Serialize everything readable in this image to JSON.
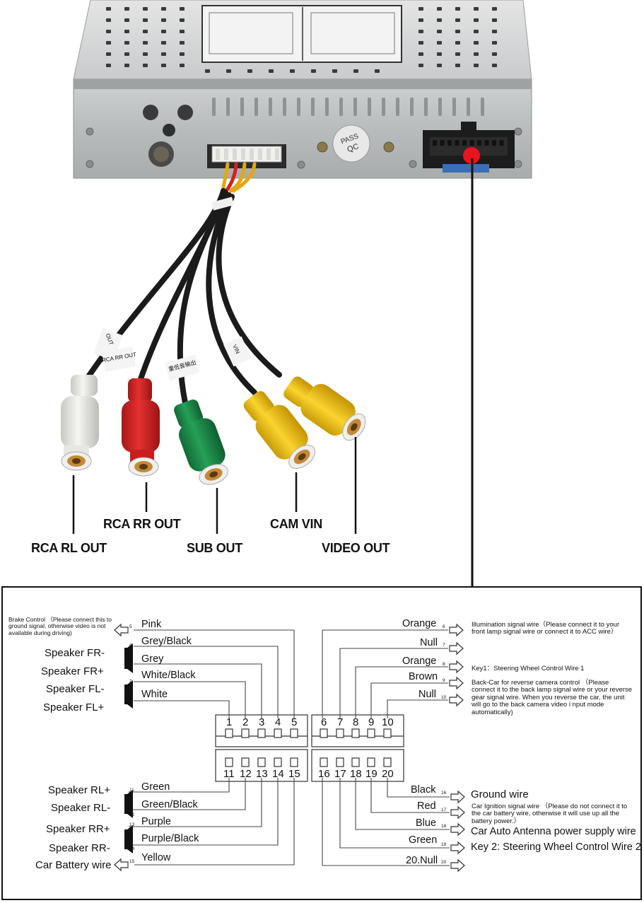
{
  "photo": {
    "qc_sticker": "QC PASS",
    "cable_tags": [
      "OUT",
      "RCA RR OUT",
      "重低音输出",
      "VIN"
    ],
    "rca_labels": {
      "rca_rl_out": "RCA RL OUT",
      "rca_rr_out": "RCA RR OUT",
      "sub_out": "SUB OUT",
      "cam_vin": "CAM VIN",
      "video_out": "VIDEO OUT"
    },
    "plug_colors": {
      "white": "#e8e8e4",
      "red": "#d42424",
      "green": "#1e8a4a",
      "yellow": "#f2c515"
    }
  },
  "connector": {
    "top_row": [
      "1",
      "2",
      "3",
      "4",
      "5",
      "6",
      "7",
      "8",
      "9",
      "10"
    ],
    "bottom_row": [
      "11",
      "12",
      "13",
      "14",
      "15",
      "16",
      "17",
      "18",
      "19",
      "20"
    ]
  },
  "left_top": {
    "brake_note": "Brake Control （Please connect this to ground signal, otherwise video is not available during driving)",
    "speakers": [
      "Speaker FR-",
      "Speaker FR+",
      "Speaker FL-",
      "Speaker FL+"
    ],
    "wires": [
      "Pink",
      "Grey/Black",
      "Grey",
      "White/Black",
      "White"
    ],
    "pin_nums": [
      "5",
      "4",
      "3",
      "2",
      "1"
    ]
  },
  "right_top": {
    "wires": [
      "Orange",
      "Null",
      "Orange",
      "Brown",
      "Null"
    ],
    "pin_nums": [
      "6",
      "7",
      "8",
      "9",
      "10"
    ],
    "illumination_note": "Illumination signal wire（Please connect it to your front lamp signal wire or connect it to ACC wire）",
    "key1_note": "Key1：Steering Wheel Control Wire 1",
    "backcar_note": "Back-Car for reverse camera control （Please connect it to the back lamp signal wire or your reverse gear signal wire. When you reverse the car, the unit will go to the back camera video i nput mode automatically)"
  },
  "left_bottom": {
    "speakers": [
      "Speaker RL+",
      "Speaker RL-",
      "Speaker RR+",
      "Speaker RR-"
    ],
    "battery": "Car Battery wire",
    "wires": [
      "Green",
      "Green/Black",
      "Purple",
      "Purple/Black",
      "Yellow"
    ],
    "pin_nums": [
      "11",
      "12",
      "13",
      "14",
      "15"
    ]
  },
  "right_bottom": {
    "wires": [
      "Black",
      "Red",
      "Blue",
      "Green",
      "20.Null"
    ],
    "pin_nums": [
      "16",
      "17",
      "18",
      "19",
      "20"
    ],
    "ground": "Ground wire",
    "ignition_note": "Car Ignition signal wire （Please do not connect it to the car battery wire, otherwise it will use up all the battery power.）",
    "antenna": "Car Auto Antenna power supply wire",
    "key2": "Key 2: Steering Wheel Control Wire 2"
  }
}
